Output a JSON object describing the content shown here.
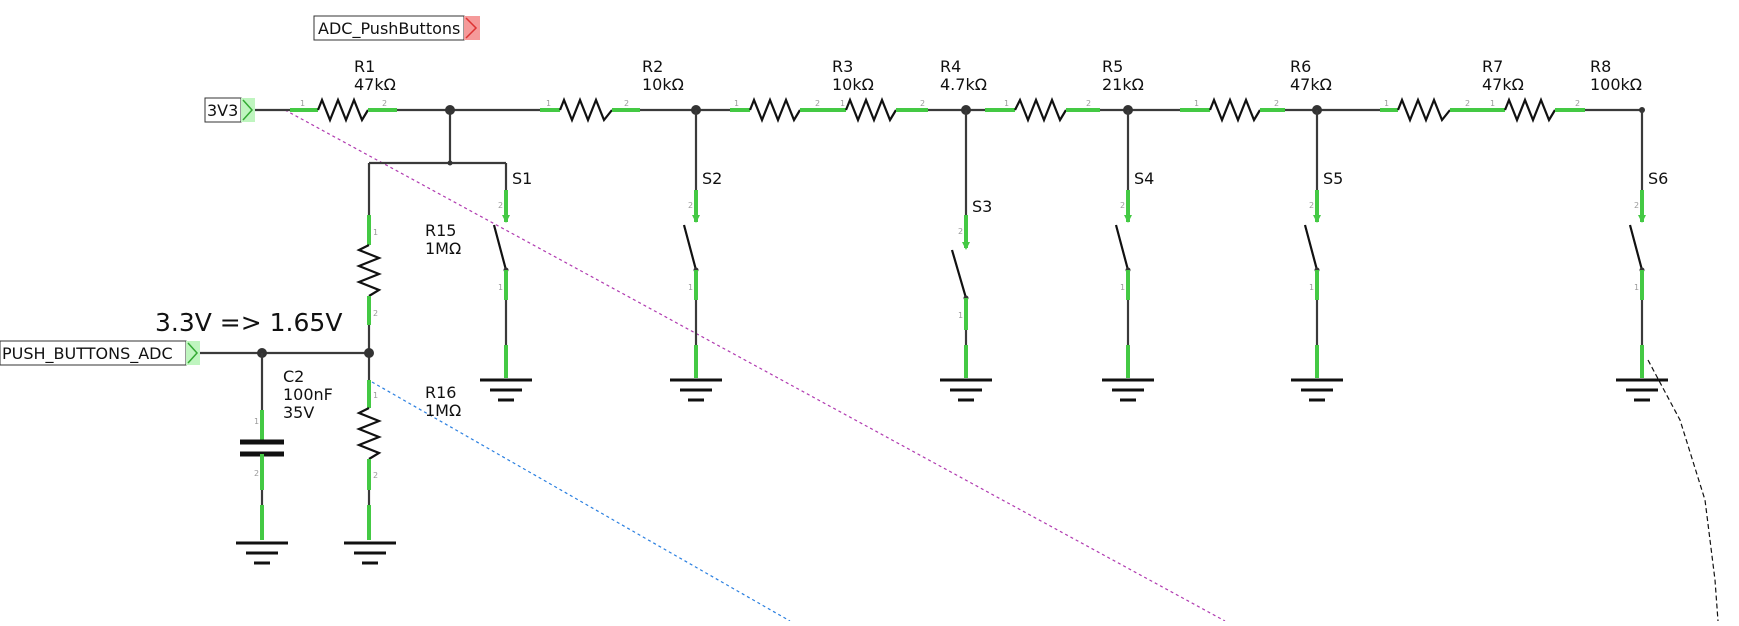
{
  "net_labels": {
    "adc_pushbuttons": "ADC_PushButtons",
    "vcc": "3V3",
    "push_buttons_adc": "PUSH_BUTTONS_ADC"
  },
  "annotation": "3.3V => 1.65V",
  "resistors": [
    {
      "ref": "R1",
      "value": "47kΩ"
    },
    {
      "ref": "R2",
      "value": "10kΩ"
    },
    {
      "ref": "R3",
      "value": "10kΩ"
    },
    {
      "ref": "R4",
      "value": "4.7kΩ"
    },
    {
      "ref": "R5",
      "value": "21kΩ"
    },
    {
      "ref": "R6",
      "value": "47kΩ"
    },
    {
      "ref": "R7",
      "value": "47kΩ"
    },
    {
      "ref": "R8",
      "value": "100kΩ"
    },
    {
      "ref": "R15",
      "value": "1MΩ"
    },
    {
      "ref": "R16",
      "value": "1MΩ"
    }
  ],
  "capacitor": {
    "ref": "C2",
    "value": "100nF",
    "voltage": "35V"
  },
  "switches": [
    "S1",
    "S2",
    "S3",
    "S4",
    "S5",
    "S6"
  ],
  "pin_numbers": {
    "one": "1",
    "two": "2"
  },
  "colors": {
    "wire": "#3a3a3a",
    "pin": "#44c944",
    "port_fill": "#bff5bf",
    "port_fill_red": "#f59a9a",
    "ratsnest_purple": "#b03ab0",
    "ratsnest_blue": "#2a7fe0",
    "ratsnest_black": "#111111"
  }
}
